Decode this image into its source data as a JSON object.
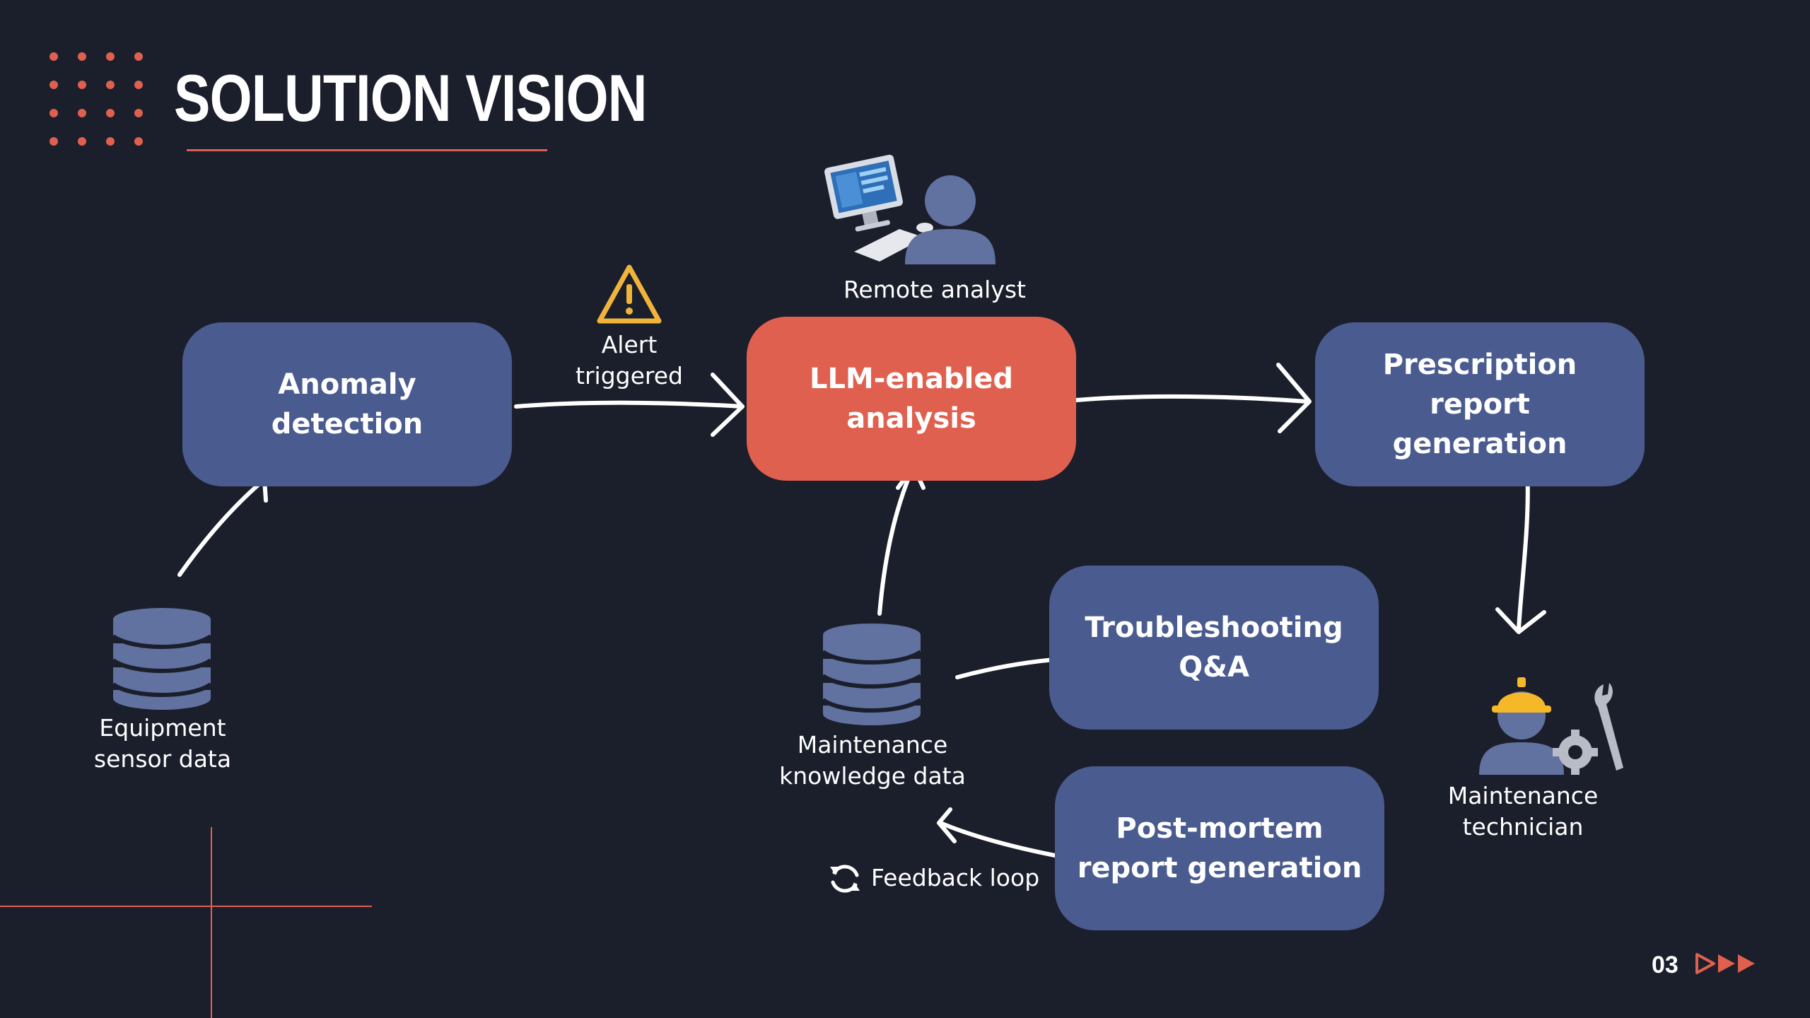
{
  "slide": {
    "title": "SOLUTION VISION",
    "page_number": "03"
  },
  "nodes": {
    "anomaly_detection": "Anomaly detection",
    "llm_analysis": "LLM-enabled analysis",
    "prescription_report": "Prescription report generation",
    "troubleshooting": "Troubleshooting Q&A",
    "post_mortem": "Post-mortem report generation"
  },
  "labels": {
    "remote_analyst": "Remote analyst",
    "alert": "Alert triggered",
    "equipment_data": "Equipment sensor data",
    "maintenance_data": "Maintenance knowledge data",
    "maintenance_technician": "Maintenance technician",
    "feedback_loop": "Feedback loop"
  },
  "icons": {
    "analyst": "remote-analyst-icon",
    "alert": "warning-icon",
    "database": "database-icon",
    "technician": "technician-icon",
    "feedback": "refresh-icon",
    "page_arrows": "triple-arrow-icon"
  },
  "colors": {
    "background": "#1b1f2b",
    "node_blue": "#4a5b8f",
    "node_accent": "#e0604f",
    "accent": "#e0604f",
    "warning": "#f1b43a",
    "helmet": "#f5b829",
    "database": "#6171a0"
  }
}
